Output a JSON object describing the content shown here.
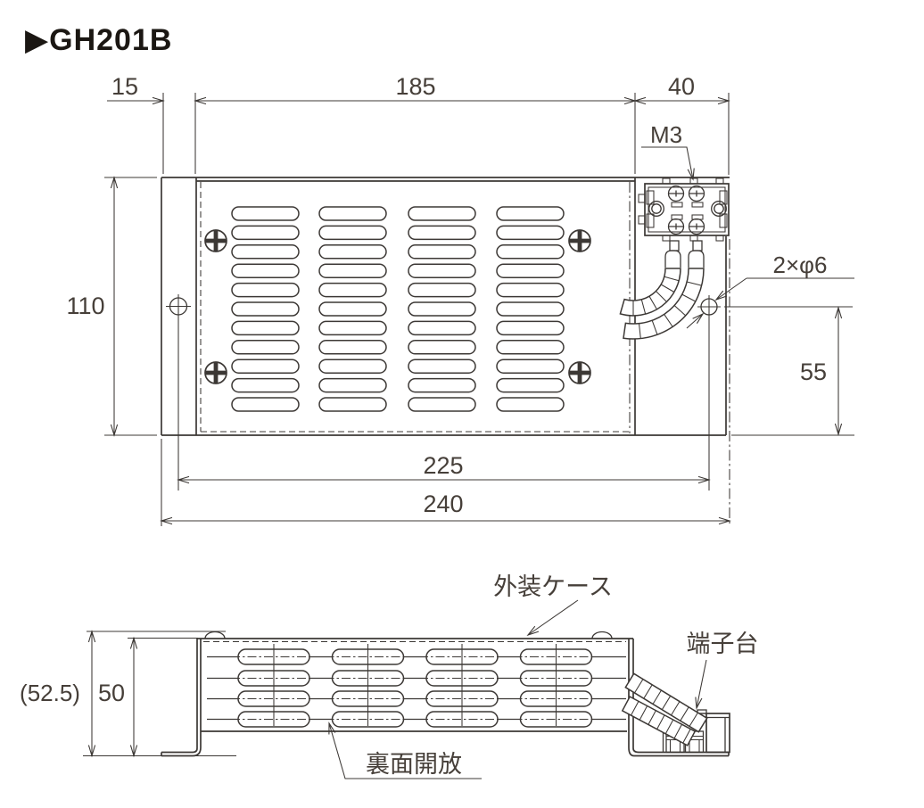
{
  "title": "▶GH201B",
  "top_view": {
    "dims": {
      "flange": "15",
      "body": "185",
      "terminal": "40",
      "height": "110",
      "hole_offset": "55",
      "hole_pitch": "225",
      "overall": "240"
    },
    "labels": {
      "screw": "M3",
      "holes": "2×φ6"
    }
  },
  "side_view": {
    "dims": {
      "overall_height": "(52.5)",
      "case_height": "50"
    },
    "labels": {
      "case": "外装ケース",
      "terminal": "端子台",
      "back": "裏面開放"
    }
  }
}
